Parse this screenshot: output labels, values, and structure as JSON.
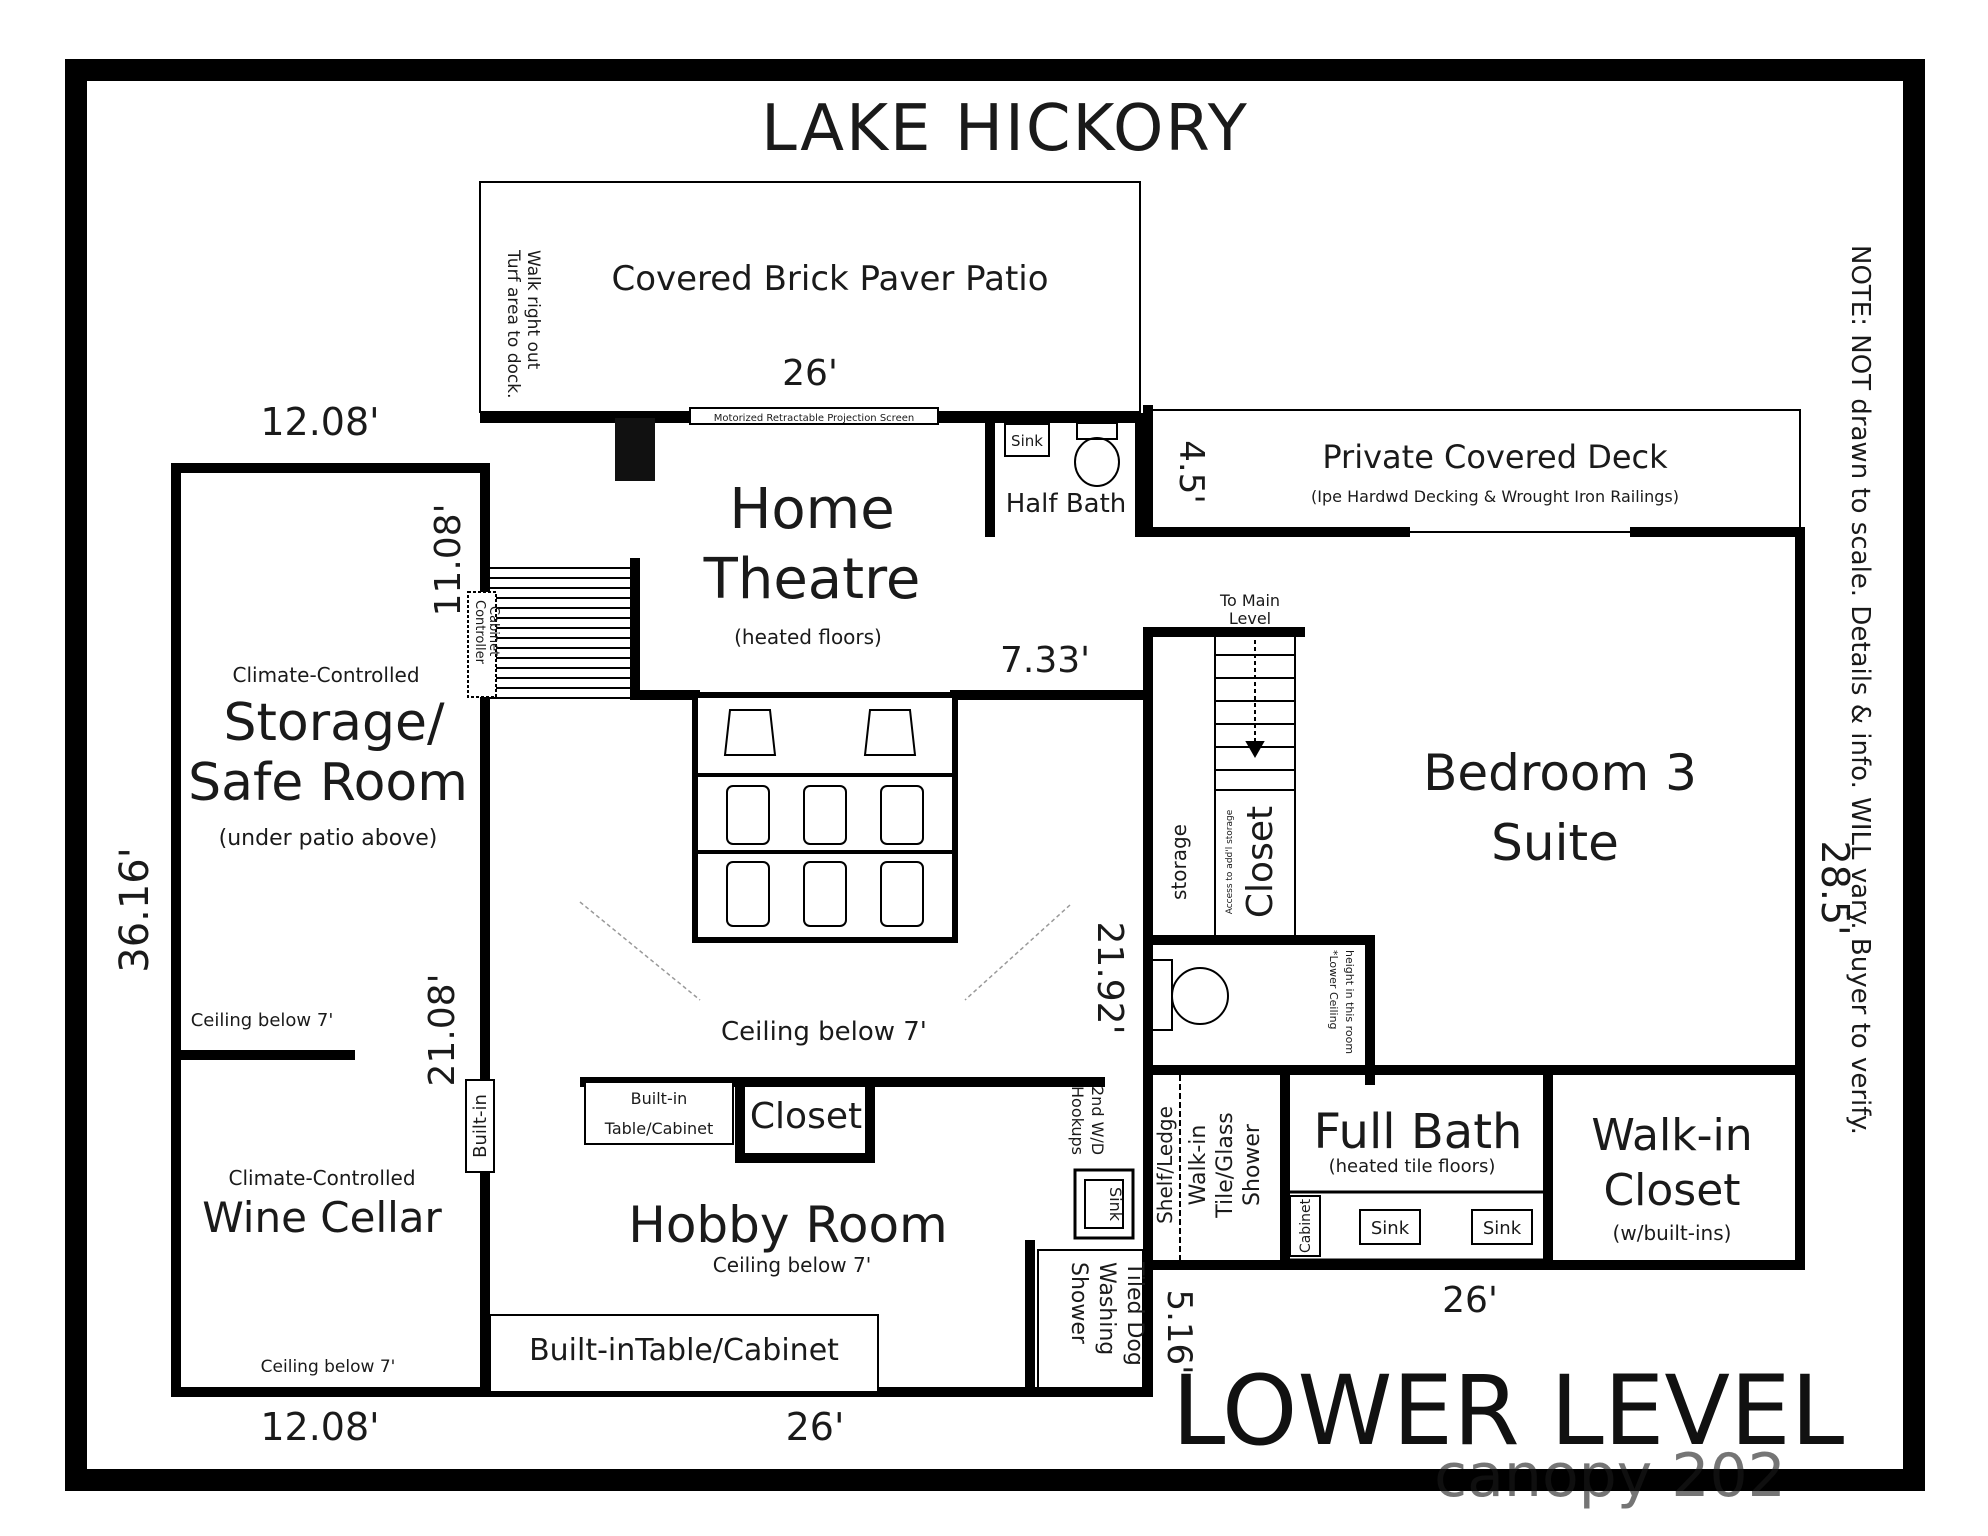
{
  "title": "LAKE HICKORY",
  "level_label": "LOWER LEVEL",
  "note": "NOTE: NOT drawn to scale. Details & info. WILL vary. Buyer to verify.",
  "watermark": "canopy 202",
  "rooms": {
    "patio": {
      "name": "Covered Brick Paver Patio",
      "walk_out_line1": "Walk right out",
      "walk_out_line2": "Turf area to dock."
    },
    "projection_screen": "Motorized Retractable Projection Screen",
    "home_theatre": {
      "line1": "Home",
      "line2": "Theatre",
      "sub": "(heated floors)"
    },
    "half_bath": {
      "name": "Half Bath",
      "sink": "Sink"
    },
    "private_deck": {
      "name": "Private Covered Deck",
      "sub": "(Ipe Hardwd Decking & Wrought Iron Railings)"
    },
    "storage_safe": {
      "pre": "Climate-Controlled",
      "line1": "Storage/",
      "line2": "Safe Room",
      "sub": "(under patio above)",
      "ceiling": "Ceiling below 7'"
    },
    "controller_cabinet": {
      "line1": "Controller",
      "line2": "Cabinet"
    },
    "to_main_level": {
      "line1": "To Main",
      "line2": "Level"
    },
    "bedroom3": {
      "line1": "Bedroom 3",
      "line2": "Suite"
    },
    "storage_small": "storage",
    "access_note": "Access to add'l storage",
    "closet_bed": "Closet",
    "lower_ceiling": {
      "line1": "*Lower Ceiling",
      "line2": "height in this room"
    },
    "main_ceiling": "Ceiling below 7'",
    "wine_cellar": {
      "pre": "Climate-Controlled",
      "name": "Wine Cellar",
      "ceiling": "Ceiling below 7'"
    },
    "built_in_wall": "Built-in",
    "built_in_table": {
      "line1": "Built-in",
      "line2": "Table/Cabinet"
    },
    "closet_hobby": "Closet",
    "wd_hookups": {
      "line1": "2nd W/D",
      "line2": "Hookups"
    },
    "hobby_room": {
      "name": "Hobby Room",
      "ceiling": "Ceiling below 7'"
    },
    "hobby_sink": "Sink",
    "built_in_bottom": "Built-inTable/Cabinet",
    "dog_shower": {
      "line1": "Tiled Dog",
      "line2": "Washing",
      "line3": "Shower"
    },
    "shower": {
      "shelf": "Shelf/Ledge",
      "line1": "Walk-in",
      "line2": "Tile/Glass",
      "line3": "Shower"
    },
    "full_bath": {
      "name": "Full Bath",
      "sub": "(heated tile floors)",
      "cabinet": "Cabinet",
      "sink1": "Sink",
      "sink2": "Sink"
    },
    "walkin_closet": {
      "line1": "Walk-in",
      "line2": "Closet",
      "sub": "(w/built-ins)"
    }
  },
  "dimensions": {
    "patio_width": "26'",
    "storage_top": "12.08'",
    "storage_bottom": "12.08'",
    "storage_height": "36.16'",
    "theatre_side": "11.08'",
    "theatre_depth": "7.33'",
    "deck_depth": "4.5'",
    "main_height": "21.92'",
    "hobby_side": "21.08'",
    "bottom_width": "26'",
    "bath_side": "5.16'",
    "bedroom_bottom": "26'",
    "bedroom_height": "28.5'"
  }
}
